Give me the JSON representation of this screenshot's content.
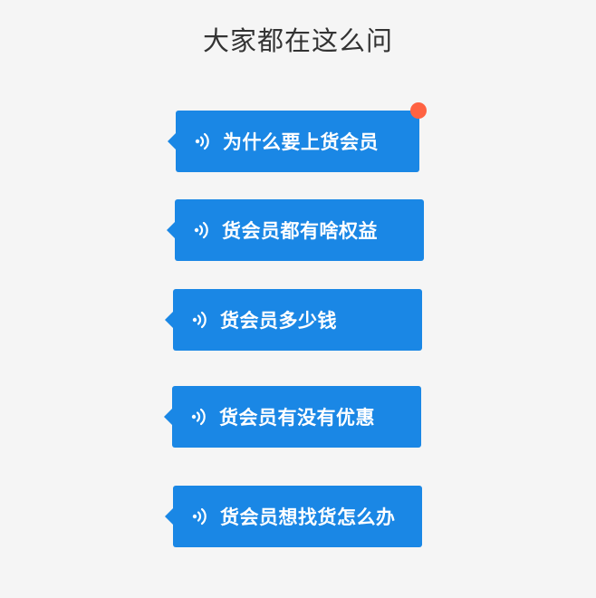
{
  "title": "大家都在这么问",
  "questions": [
    {
      "label": "为什么要上货会员",
      "icon": "voice-icon"
    },
    {
      "label": "货会员都有啥权益",
      "icon": "voice-icon"
    },
    {
      "label": "货会员多少钱",
      "icon": "voice-icon"
    },
    {
      "label": "货会员有没有优惠",
      "icon": "voice-icon"
    },
    {
      "label": "货会员想找货怎么办",
      "icon": "voice-icon"
    }
  ],
  "colors": {
    "background": "#f5f5f5",
    "bubble": "#1a87e5",
    "badge": "#ff6242",
    "title_text": "#333333"
  }
}
